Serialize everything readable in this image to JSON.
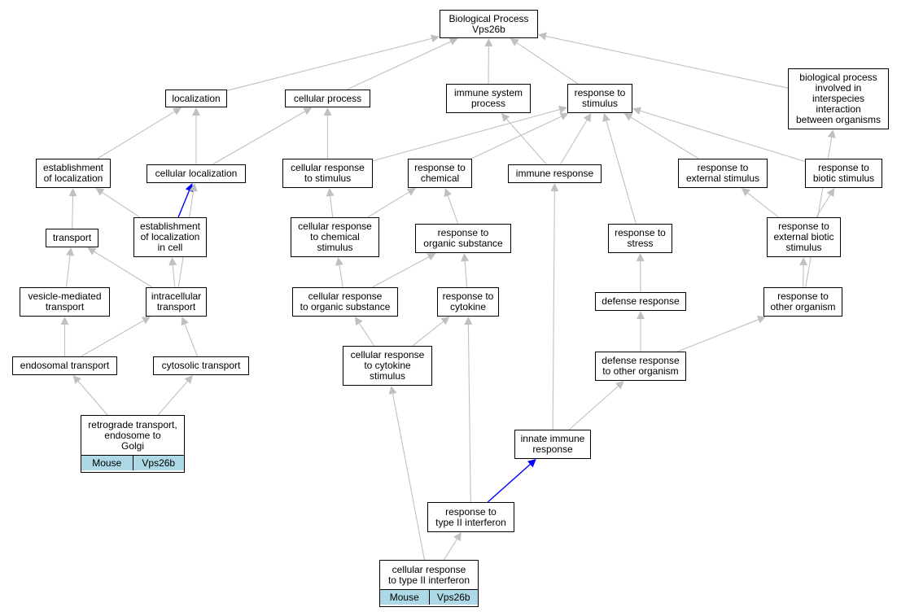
{
  "colors": {
    "edge": "#c0c0c0",
    "highlight_edge": "#0000ff",
    "annotation_cell": "#add8e6",
    "node_border": "#000000"
  },
  "nodes": {
    "root": {
      "label": "Biological Process\nVps26b"
    },
    "loc": {
      "label": "localization"
    },
    "cellproc": {
      "label": "cellular process"
    },
    "immsys": {
      "label": "immune system\nprocess"
    },
    "respstim": {
      "label": "response to\nstimulus"
    },
    "interspec": {
      "label": "biological process\ninvolved in\ninterspecies\ninteraction\nbetween organisms"
    },
    "estloc": {
      "label": "establishment\nof localization"
    },
    "cellloc": {
      "label": "cellular localization"
    },
    "cellrespstim": {
      "label": "cellular response\nto stimulus"
    },
    "respchem": {
      "label": "response to\nchemical"
    },
    "immresp": {
      "label": "immune response"
    },
    "respext": {
      "label": "response to\nexternal stimulus"
    },
    "respbiotic": {
      "label": "response to\nbiotic stimulus"
    },
    "transport": {
      "label": "transport"
    },
    "estloccell": {
      "label": "establishment\nof localization\nin cell"
    },
    "cellrespchem": {
      "label": "cellular response\nto chemical\nstimulus"
    },
    "resporg": {
      "label": "response to\norganic substance"
    },
    "respstress": {
      "label": "response to\nstress"
    },
    "respextbio": {
      "label": "response to\nexternal biotic\nstimulus"
    },
    "vesicle": {
      "label": "vesicle-mediated\ntransport"
    },
    "intracell": {
      "label": "intracellular\ntransport"
    },
    "cellresporg": {
      "label": "cellular response\nto organic substance"
    },
    "respcyto": {
      "label": "response to\ncytokine"
    },
    "defresp": {
      "label": "defense response"
    },
    "respother": {
      "label": "response to\nother organism"
    },
    "endosomal": {
      "label": "endosomal transport"
    },
    "cytosolic": {
      "label": "cytosolic transport"
    },
    "cellrespcyto": {
      "label": "cellular response\nto cytokine\nstimulus"
    },
    "defother": {
      "label": "defense response\nto other organism"
    },
    "innate": {
      "label": "innate immune\nresponse"
    },
    "respifn": {
      "label": "response to\ntype II interferon"
    }
  },
  "annotated": {
    "retro": {
      "label": "retrograde transport,\nendosome to\nGolgi",
      "organism": "Mouse",
      "gene": "Vps26b"
    },
    "cellifn": {
      "label": "cellular response\nto type II interferon",
      "organism": "Mouse",
      "gene": "Vps26b"
    }
  },
  "edges": [
    {
      "from": "loc",
      "to": "root",
      "type": "normal"
    },
    {
      "from": "cellproc",
      "to": "root",
      "type": "normal"
    },
    {
      "from": "immsys",
      "to": "root",
      "type": "normal"
    },
    {
      "from": "respstim",
      "to": "root",
      "type": "normal"
    },
    {
      "from": "interspec",
      "to": "root",
      "type": "normal"
    },
    {
      "from": "estloc",
      "to": "loc",
      "type": "normal"
    },
    {
      "from": "cellloc",
      "to": "loc",
      "type": "normal"
    },
    {
      "from": "cellloc",
      "to": "cellproc",
      "type": "normal"
    },
    {
      "from": "cellrespstim",
      "to": "cellproc",
      "type": "normal"
    },
    {
      "from": "cellrespstim",
      "to": "respstim",
      "type": "normal"
    },
    {
      "from": "respchem",
      "to": "respstim",
      "type": "normal"
    },
    {
      "from": "immresp",
      "to": "respstim",
      "type": "normal"
    },
    {
      "from": "immresp",
      "to": "immsys",
      "type": "normal"
    },
    {
      "from": "respext",
      "to": "respstim",
      "type": "normal"
    },
    {
      "from": "respbiotic",
      "to": "respstim",
      "type": "normal"
    },
    {
      "from": "respstress",
      "to": "respstim",
      "type": "normal"
    },
    {
      "from": "transport",
      "to": "estloc",
      "type": "normal"
    },
    {
      "from": "estloccell",
      "to": "estloc",
      "type": "normal"
    },
    {
      "from": "estloccell",
      "to": "cellloc",
      "type": "highlight"
    },
    {
      "from": "intracell",
      "to": "cellloc",
      "type": "normal"
    },
    {
      "from": "intracell",
      "to": "transport",
      "type": "normal"
    },
    {
      "from": "intracell",
      "to": "estloccell",
      "type": "normal"
    },
    {
      "from": "vesicle",
      "to": "transport",
      "type": "normal"
    },
    {
      "from": "cellrespchem",
      "to": "cellrespstim",
      "type": "normal"
    },
    {
      "from": "cellrespchem",
      "to": "respchem",
      "type": "normal"
    },
    {
      "from": "resporg",
      "to": "respchem",
      "type": "normal"
    },
    {
      "from": "cellresporg",
      "to": "cellrespchem",
      "type": "normal"
    },
    {
      "from": "cellresporg",
      "to": "resporg",
      "type": "normal"
    },
    {
      "from": "respcyto",
      "to": "resporg",
      "type": "normal"
    },
    {
      "from": "cellrespcyto",
      "to": "cellresporg",
      "type": "normal"
    },
    {
      "from": "cellrespcyto",
      "to": "respcyto",
      "type": "normal"
    },
    {
      "from": "respextbio",
      "to": "respext",
      "type": "normal"
    },
    {
      "from": "respextbio",
      "to": "respbiotic",
      "type": "normal"
    },
    {
      "from": "respother",
      "to": "respextbio",
      "type": "normal"
    },
    {
      "from": "respother",
      "to": "interspec",
      "type": "normal"
    },
    {
      "from": "defresp",
      "to": "respstress",
      "type": "normal"
    },
    {
      "from": "defother",
      "to": "defresp",
      "type": "normal"
    },
    {
      "from": "defother",
      "to": "respother",
      "type": "normal"
    },
    {
      "from": "endosomal",
      "to": "vesicle",
      "type": "normal"
    },
    {
      "from": "endosomal",
      "to": "intracell",
      "type": "normal"
    },
    {
      "from": "cytosolic",
      "to": "intracell",
      "type": "normal"
    },
    {
      "from": "retro",
      "to": "endosomal",
      "type": "normal"
    },
    {
      "from": "retro",
      "to": "cytosolic",
      "type": "normal"
    },
    {
      "from": "innate",
      "to": "immresp",
      "type": "normal"
    },
    {
      "from": "innate",
      "to": "defother",
      "type": "normal"
    },
    {
      "from": "respifn",
      "to": "innate",
      "type": "highlight"
    },
    {
      "from": "respifn",
      "to": "respcyto",
      "type": "normal"
    },
    {
      "from": "cellifn",
      "to": "respifn",
      "type": "normal"
    },
    {
      "from": "cellifn",
      "to": "cellrespcyto",
      "type": "normal"
    }
  ]
}
